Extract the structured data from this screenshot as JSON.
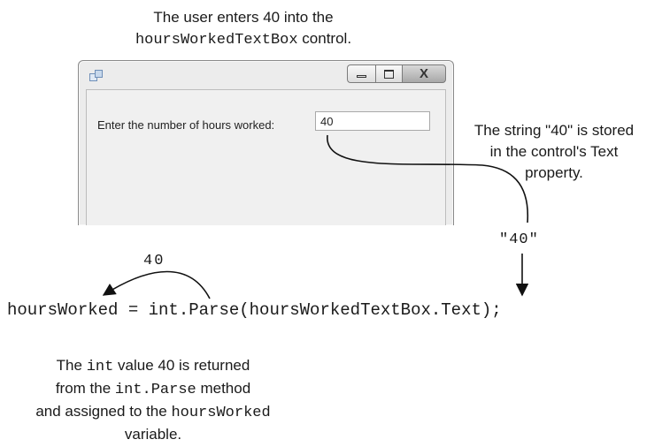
{
  "top_caption": {
    "line1": "The user enters 40 into the",
    "control_name": "hoursWorkedTextBox",
    "line2_suffix": " control."
  },
  "window": {
    "prompt_label": "Enter the number of hours worked:",
    "input_value": "40",
    "min_icon": "minimize-icon",
    "max_icon": "maximize-icon",
    "close_icon": "close-icon",
    "close_glyph": "X"
  },
  "right_caption": {
    "line1": "The string \"40\" is stored",
    "line2": "in the control's Text",
    "line3": "property."
  },
  "string_literal": "\"40\"",
  "return_literal": "40",
  "code_line": "hoursWorked = int.Parse(hoursWorkedTextBox.Text);",
  "bottom_caption": {
    "l1_pre": "The ",
    "l1_code": "int",
    "l1_post": " value 40 is returned",
    "l2_pre": "from the ",
    "l2_code": "int.Parse",
    "l2_post": " method",
    "l3_pre": "and assigned to the ",
    "l3_code": "hoursWorked",
    "l4": "variable."
  }
}
